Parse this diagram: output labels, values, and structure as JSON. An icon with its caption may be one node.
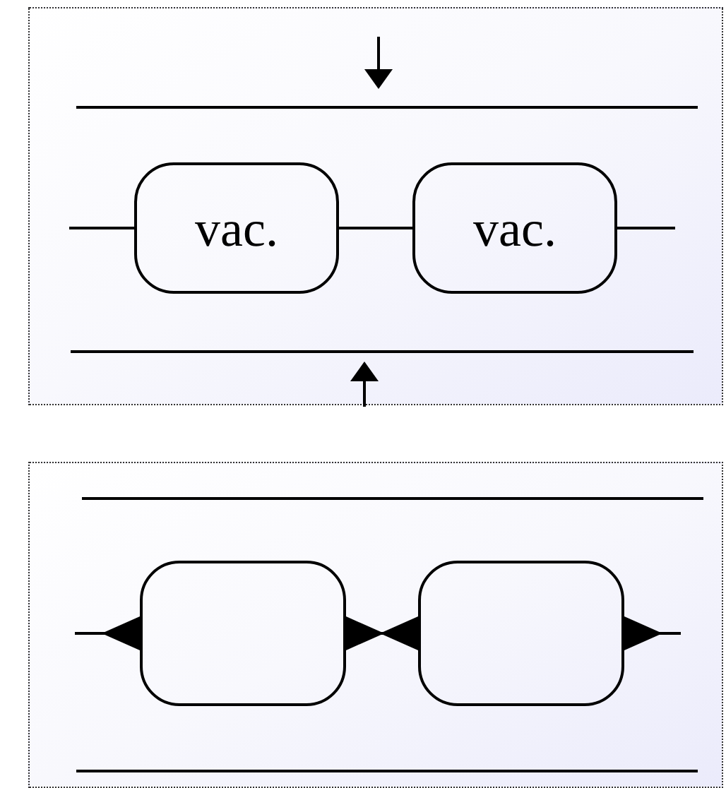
{
  "diagram": {
    "nodes": [
      {
        "text": [],
        "shape": "box"
      },
      {
        "text": [
          "vac."
        ],
        "in": 0
      },
      {
        "text": [
          "vac."
        ],
        "in": 0
      },
      {
        "text": [],
        "shape": "box"
      },
      {
        "text": [],
        "shape": "box",
        "in": 3
      },
      {
        "text": [],
        "shape": "box",
        "in": 3
      }
    ],
    "edges": [
      {
        "from": null,
        "to": 1,
        "arrow": "none"
      },
      {
        "from": 1,
        "to": 2,
        "arrow": "none"
      },
      {
        "from": 2,
        "to": null,
        "arrow": "none"
      },
      {
        "from": null,
        "to": 4,
        "arrow": "other"
      },
      {
        "from": 4,
        "to": 5,
        "arrow": "other"
      },
      {
        "from": 5,
        "to": null,
        "arrow": "other"
      }
    ]
  }
}
